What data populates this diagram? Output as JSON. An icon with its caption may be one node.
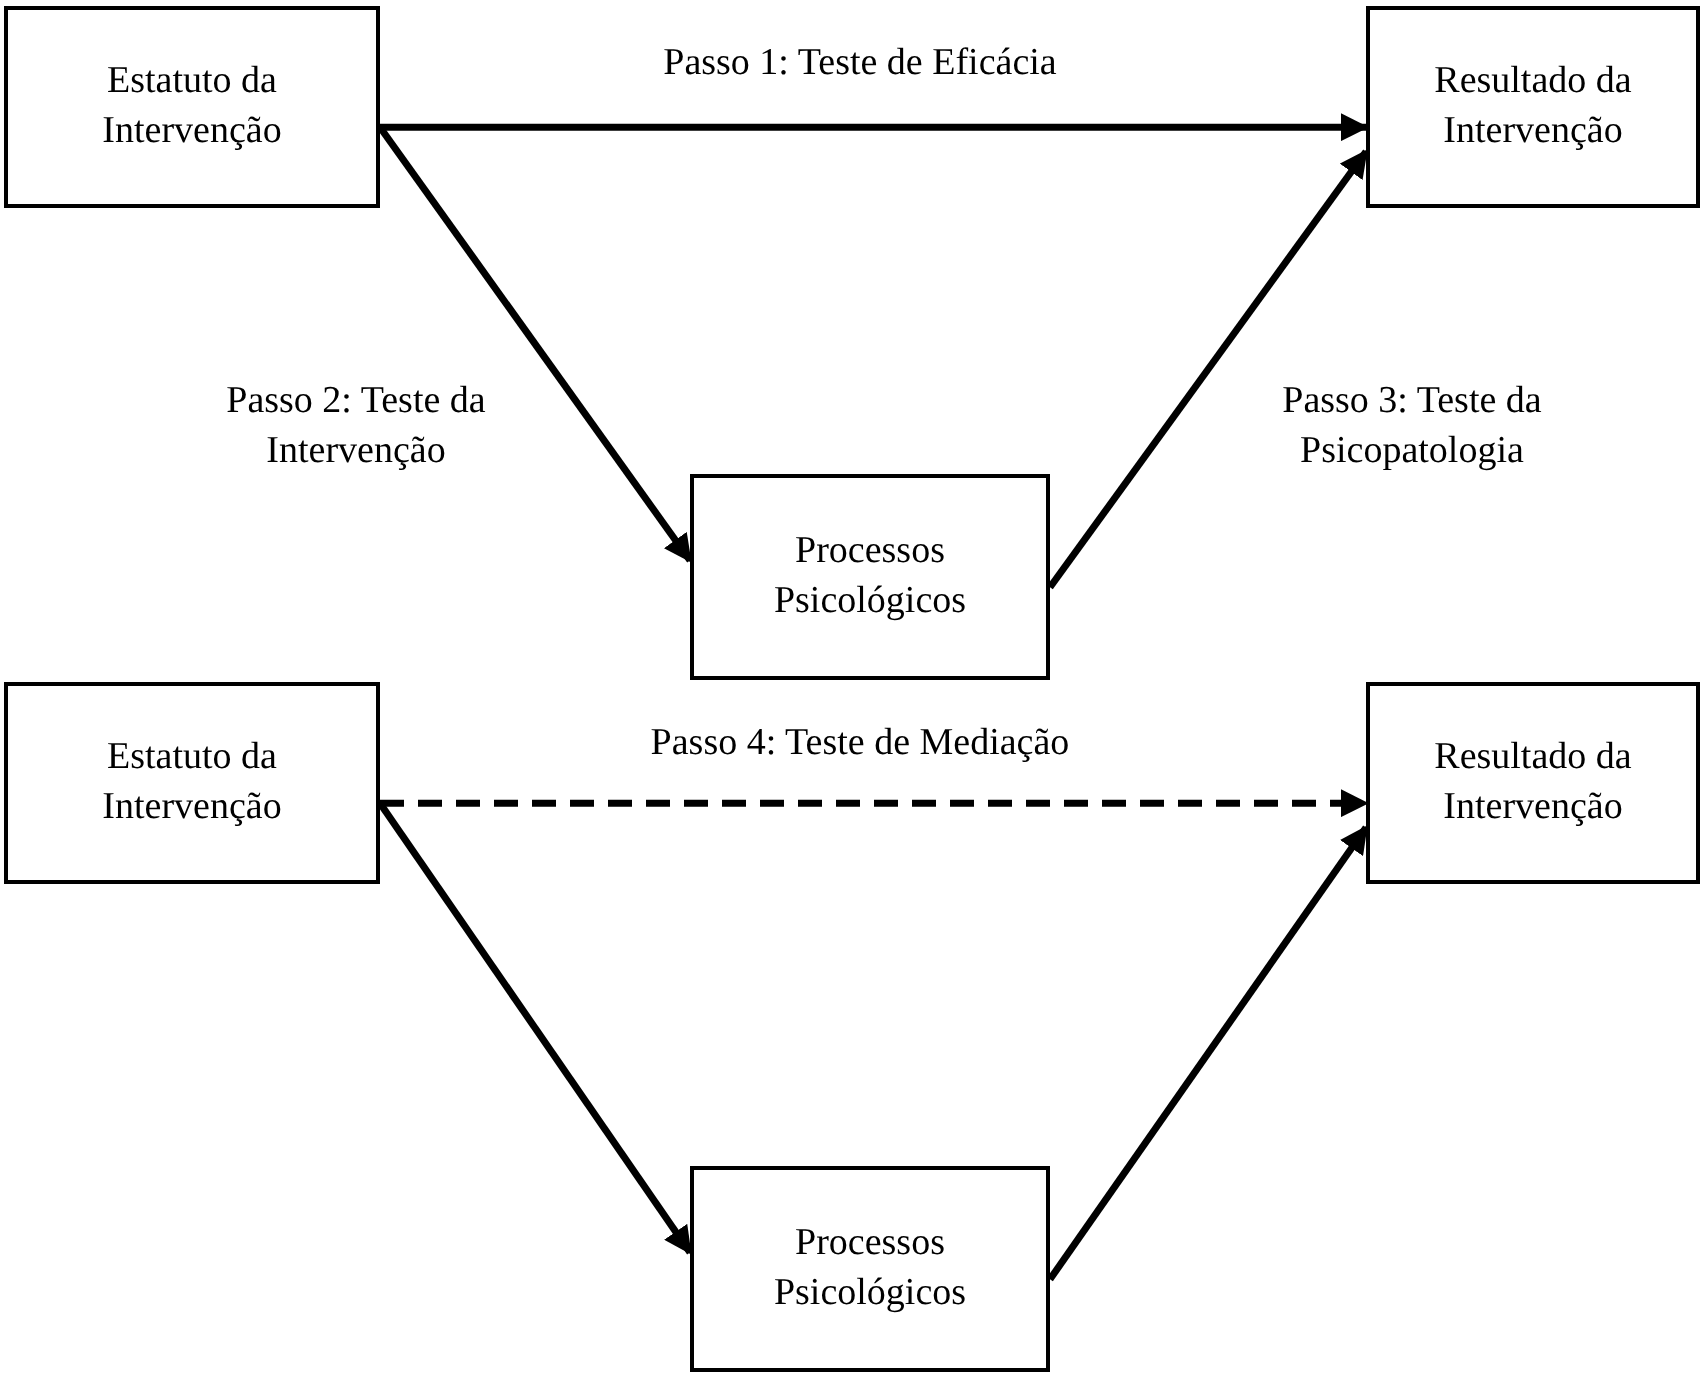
{
  "diagram": {
    "nodes": [
      {
        "text": [
          "Estatuto da Intervenção"
        ]
      },
      {
        "text": [
          "Resultado da Intervenção"
        ]
      },
      {
        "text": [
          "Processos Psicológicos"
        ]
      },
      {
        "text": [
          "Estatuto da Intervenção"
        ]
      },
      {
        "text": [
          "Resultado da Intervenção"
        ]
      },
      {
        "text": [
          "Processos Psicológicos"
        ]
      }
    ],
    "edges": [
      {
        "from": 0,
        "to": 1,
        "arrow": "to",
        "label": "Passo 1: Teste de Eficácia"
      },
      {
        "from": 0,
        "to": 2,
        "arrow": "to",
        "label": "Passo 2: Teste da Intervenção"
      },
      {
        "from": 2,
        "to": 1,
        "arrow": "to",
        "label": "Passo 3: Teste da Psicopatologia"
      },
      {
        "from": 3,
        "to": 4,
        "arrow": "to",
        "label": "Passo 4: Teste de Mediação",
        "style": "dashed"
      },
      {
        "from": 3,
        "to": 5,
        "arrow": "to"
      },
      {
        "from": 5,
        "to": 4,
        "arrow": "to"
      }
    ]
  }
}
